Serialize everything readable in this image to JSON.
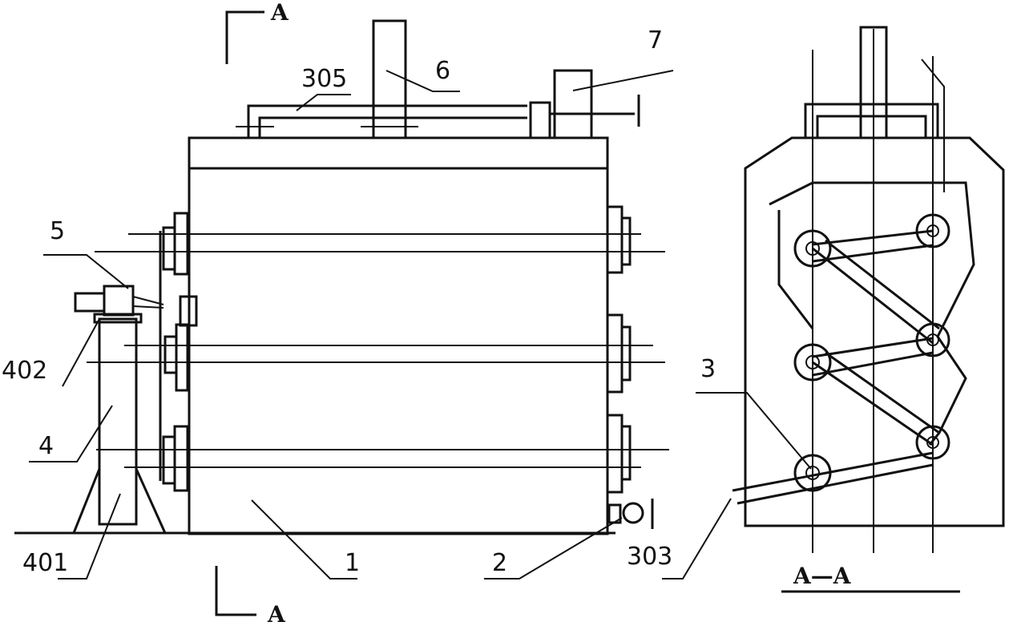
{
  "labels": {
    "section_mark": "A",
    "section_caption": "A—A",
    "part_1": "1",
    "part_2": "2",
    "part_3": "3",
    "part_4": "4",
    "part_5": "5",
    "part_6": "6",
    "part_7": "7",
    "part_303": "303",
    "part_305": "305",
    "part_401": "401",
    "part_402": "402"
  },
  "colors": {
    "line": "#111111",
    "background": "#ffffff"
  }
}
